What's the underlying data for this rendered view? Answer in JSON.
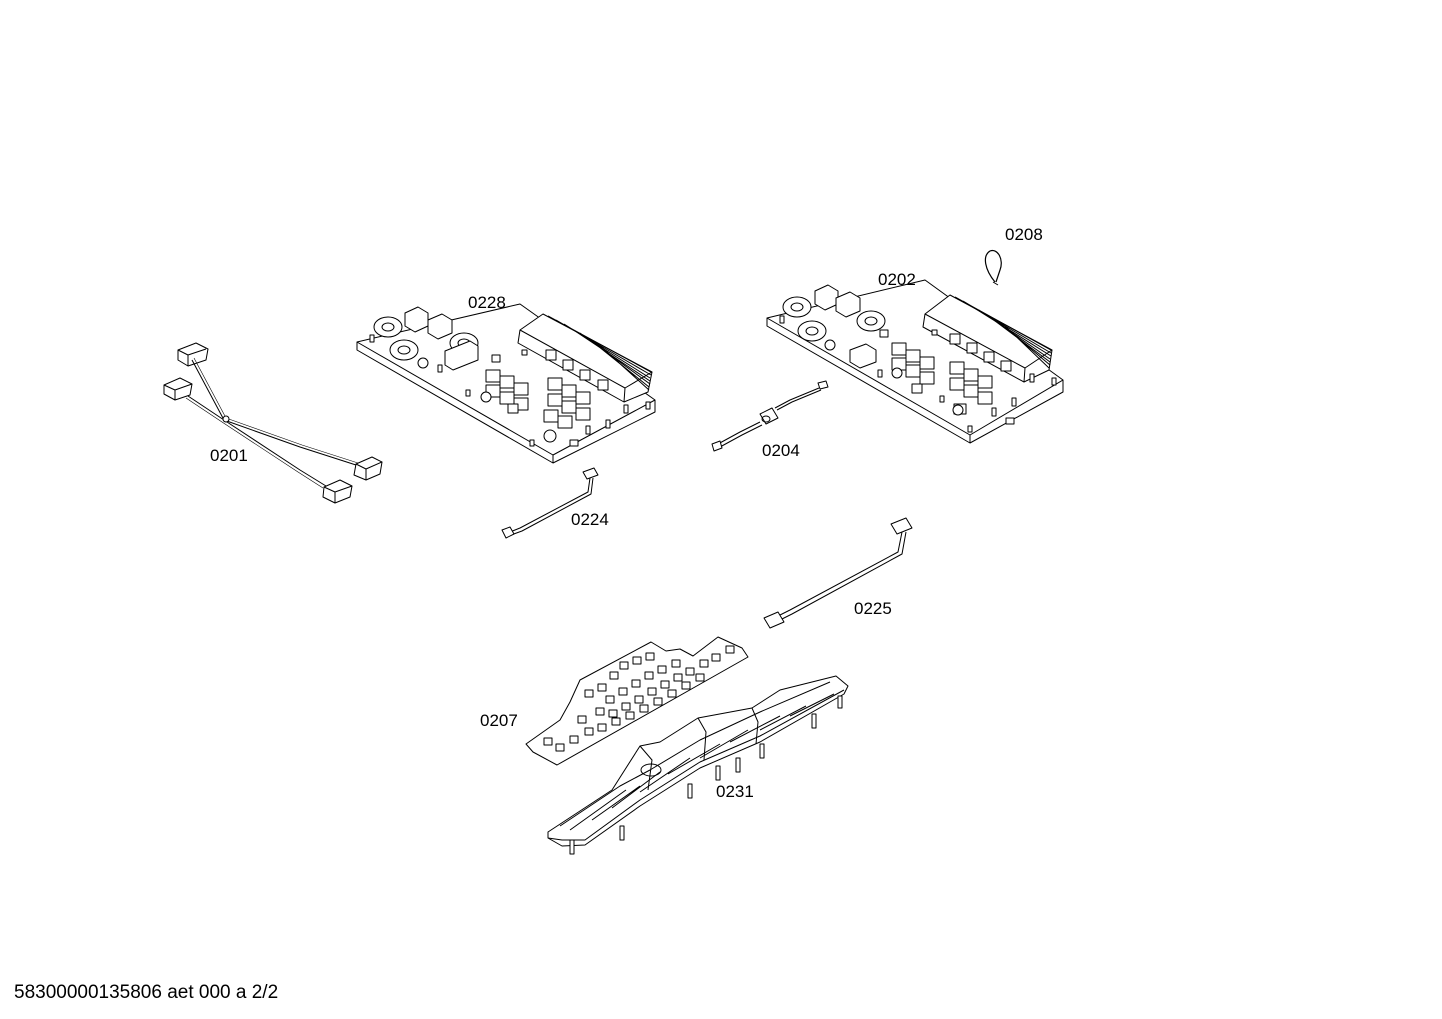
{
  "labels": {
    "p0201": "0201",
    "p0228": "0228",
    "p0224": "0224",
    "p0202": "0202",
    "p0208": "0208",
    "p0204": "0204",
    "p0225": "0225",
    "p0207": "0207",
    "p0231": "0231"
  },
  "footer": "58300000135806 aet 000 a 2/2"
}
